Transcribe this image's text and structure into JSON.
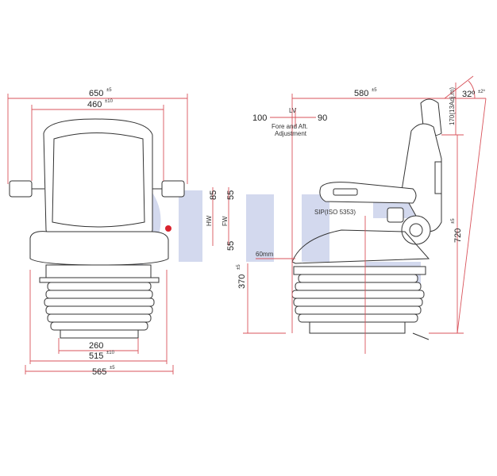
{
  "front_view": {
    "dims": {
      "width_650": {
        "value": "650",
        "tol": "±5"
      },
      "width_460": {
        "value": "460",
        "tol": "±10"
      },
      "width_260": {
        "value": "260"
      },
      "width_515": {
        "value": "515",
        "tol": "±10"
      },
      "width_565": {
        "value": "565",
        "tol": "±5"
      }
    },
    "side_dims": {
      "hw_label": "HW",
      "hw_value": "85",
      "fw_label": "FW",
      "fw_value": "55",
      "bottom_55": "55",
      "height_370": {
        "value": "370",
        "tol": "±5"
      }
    }
  },
  "side_view": {
    "dims": {
      "width_580": {
        "value": "580",
        "tol": "±5"
      },
      "angle": {
        "value": "32º",
        "tol": "±2º"
      },
      "height_170": {
        "value": "170(13Adj.m)"
      },
      "height_720": {
        "value": "720",
        "tol": "±5"
      },
      "fwd_60": "60mm"
    },
    "fore_aft": {
      "left_value": "100",
      "right_value": "90",
      "marker": "LV",
      "caption_line1": "Fore and Aft.",
      "caption_line2": "Adjustment"
    },
    "sip_label": "SIP(ISO 5353)"
  },
  "colors": {
    "dimension_line": "#d9535b",
    "drawing_ink": "#333333",
    "watermark_blue": "#3a55b5",
    "watermark_red": "#d9232e"
  }
}
